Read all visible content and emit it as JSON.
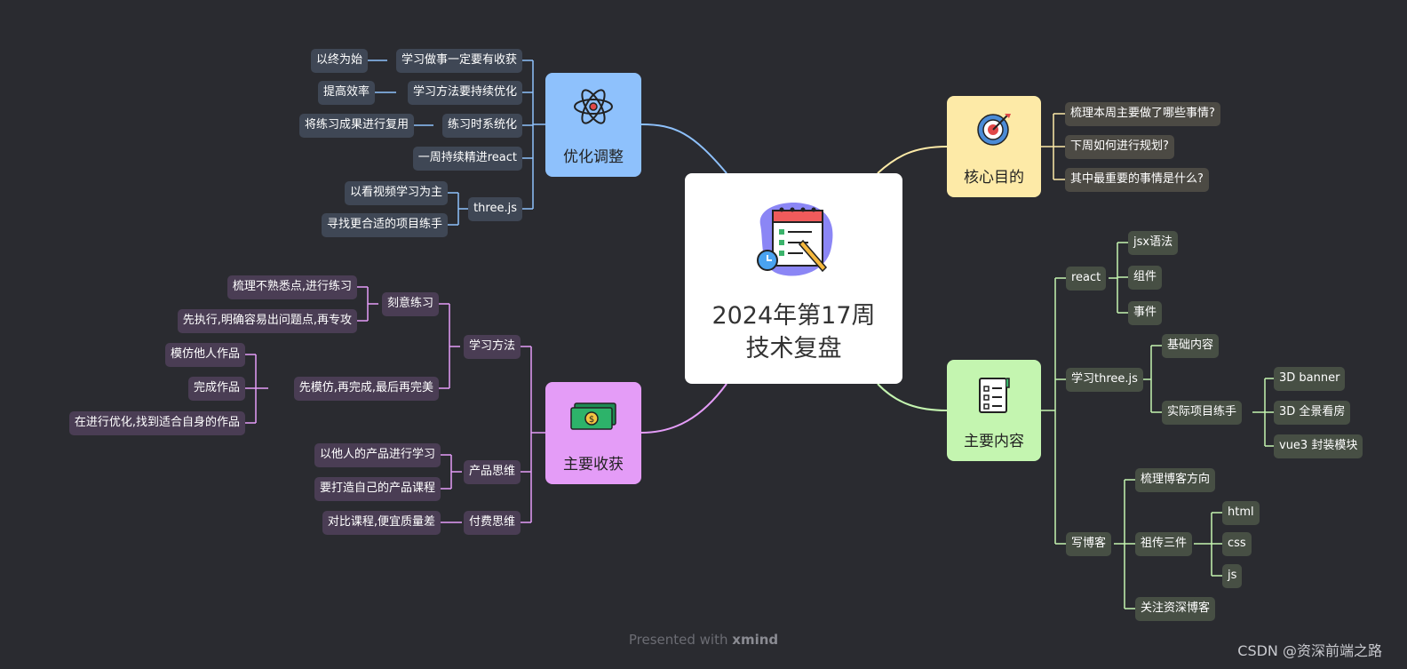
{
  "center": {
    "title_line1": "2024年第17周",
    "title_line2": "技术复盘"
  },
  "core": {
    "label": "核心目的",
    "items": [
      "梳理本周主要做了哪些事情?",
      "下周如何进行规划?",
      "其中最重要的事情是什么?"
    ]
  },
  "main_content": {
    "label": "主要内容",
    "react": {
      "label": "react",
      "children": [
        "jsx语法",
        "组件",
        "事件"
      ]
    },
    "three": {
      "label": "学习three.js",
      "basic": "基础内容",
      "practice": {
        "label": "实际项目练手",
        "children": [
          "3D banner",
          "3D 全景看房",
          "vue3 封装模块"
        ]
      }
    },
    "blog": {
      "label": "写博客",
      "direction": "梳理博客方向",
      "trio": {
        "label": "祖传三件",
        "children": [
          "html",
          "css",
          "js"
        ]
      },
      "follow": "关注资深博客"
    }
  },
  "optimize": {
    "label": "优化调整",
    "items": [
      {
        "label": "学习做事一定要有收获",
        "child": "以终为始"
      },
      {
        "label": "学习方法要持续优化",
        "child": "提高效率"
      },
      {
        "label": "练习时系统化",
        "child": "将练习成果进行复用"
      },
      {
        "label": "一周持续精进react"
      }
    ],
    "three": {
      "label": "three.js",
      "children": [
        "以看视频学习为主",
        "寻找更合适的项目练手"
      ]
    }
  },
  "gains": {
    "label": "主要收获",
    "method": {
      "label": "学习方法",
      "deliberate": {
        "label": "刻意练习",
        "children": [
          "梳理不熟悉点,进行练习",
          "先执行,明确容易出问题点,再专攻"
        ]
      },
      "imitate": {
        "label": "先模仿,再完成,最后再完美",
        "children": [
          "模仿他人作品",
          "完成作品",
          "在进行优化,找到适合自身的作品"
        ]
      }
    },
    "product": {
      "label": "产品思维",
      "children": [
        "以他人的产品进行学习",
        "要打造自己的产品课程"
      ]
    },
    "paid": {
      "label": "付费思维",
      "children": [
        "对比课程,便宜质量差"
      ]
    }
  },
  "footer": {
    "presented": "Presented with",
    "brand": "xmind"
  },
  "watermark": "CSDN @资深前端之路",
  "colors": {
    "yellow": "#fdeaa7",
    "green": "#c4f5b0",
    "blue": "#8ec1fc",
    "purple": "#e49cf7"
  }
}
